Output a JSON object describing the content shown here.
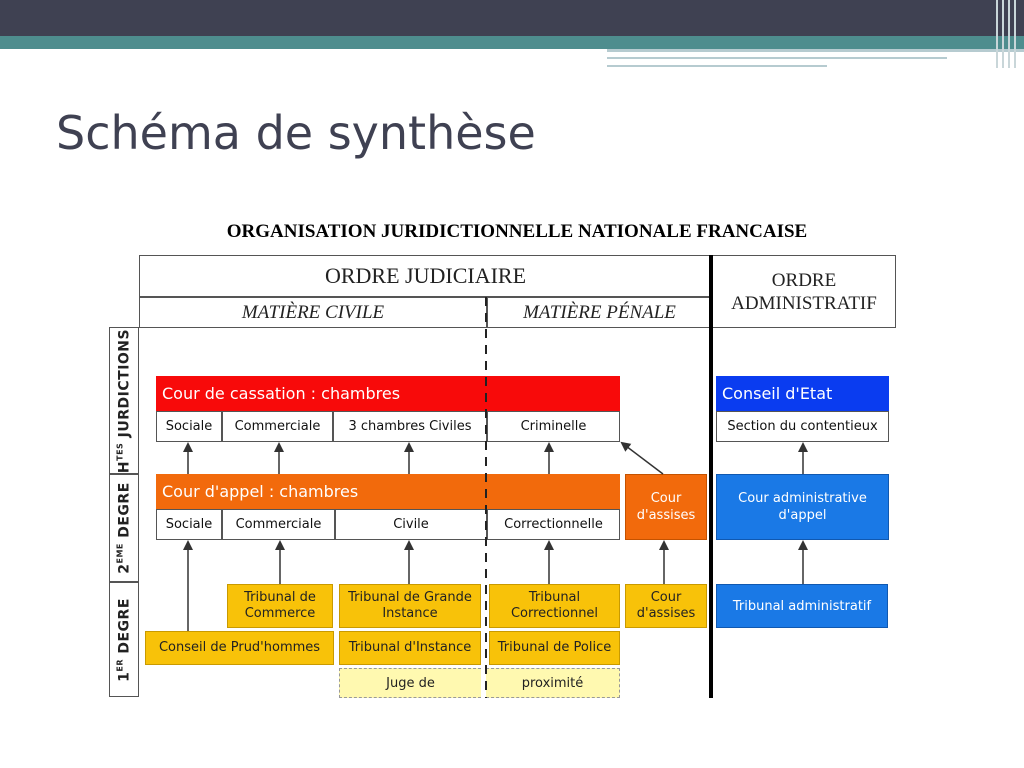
{
  "slide": {
    "title": "Schéma de synthèse"
  },
  "diagram": {
    "title": "ORGANISATION JURIDICTIONNELLE NATIONALE FRANCAISE",
    "headers": {
      "ordre_judiciaire": "ORDRE JUDICIAIRE",
      "matiere_civile": "MATIÈRE CIVILE",
      "matiere_penale": "MATIÈRE PÉNALE",
      "ordre_administratif": "ORDRE ADMINISTRATIF"
    },
    "degrees": {
      "hautes": {
        "main": "H",
        "sup": "TES",
        "rest": " JURDICTIONS"
      },
      "second": {
        "main": "2",
        "sup": "EME",
        "rest": " DEGRE"
      },
      "first": {
        "main": "1",
        "sup": "ER",
        "rest": " DEGRE"
      }
    },
    "cassation": {
      "label": "Cour de cassation : chambres",
      "chambers": [
        "Sociale",
        "Commerciale",
        "3 chambres Civiles",
        "Criminelle"
      ]
    },
    "appel": {
      "label": "Cour d'appel : chambres",
      "chambers": [
        "Sociale",
        "Commerciale",
        "Civile",
        "Correctionnelle"
      ]
    },
    "cour_assises_appel": "Cour d'assises",
    "first_degree": {
      "tribunal_commerce": "Tribunal de Commerce",
      "tribunal_grande_instance": "Tribunal de Grande Instance",
      "tribunal_correctionnel": "Tribunal Correctionnel",
      "cour_assises": "Cour d'assises",
      "conseil_prudhommes": "Conseil de Prud'hommes",
      "tribunal_instance": "Tribunal d'Instance",
      "tribunal_police": "Tribunal de Police",
      "juge_de": "Juge de",
      "proximite": "proximité"
    },
    "administratif": {
      "conseil_etat": "Conseil d'Etat",
      "section_contentieux": "Section du contentieux",
      "cour_administrative_appel": "Cour administrative d'appel",
      "tribunal_administratif": "Tribunal administratif"
    },
    "colors": {
      "cassation_red": "#f80a0a",
      "appel_orange": "#f26a0c",
      "first_degree_yellow": "#f8c209",
      "conseil_etat_blue": "#0a3cf0",
      "admin_blue": "#1a79e6"
    }
  }
}
